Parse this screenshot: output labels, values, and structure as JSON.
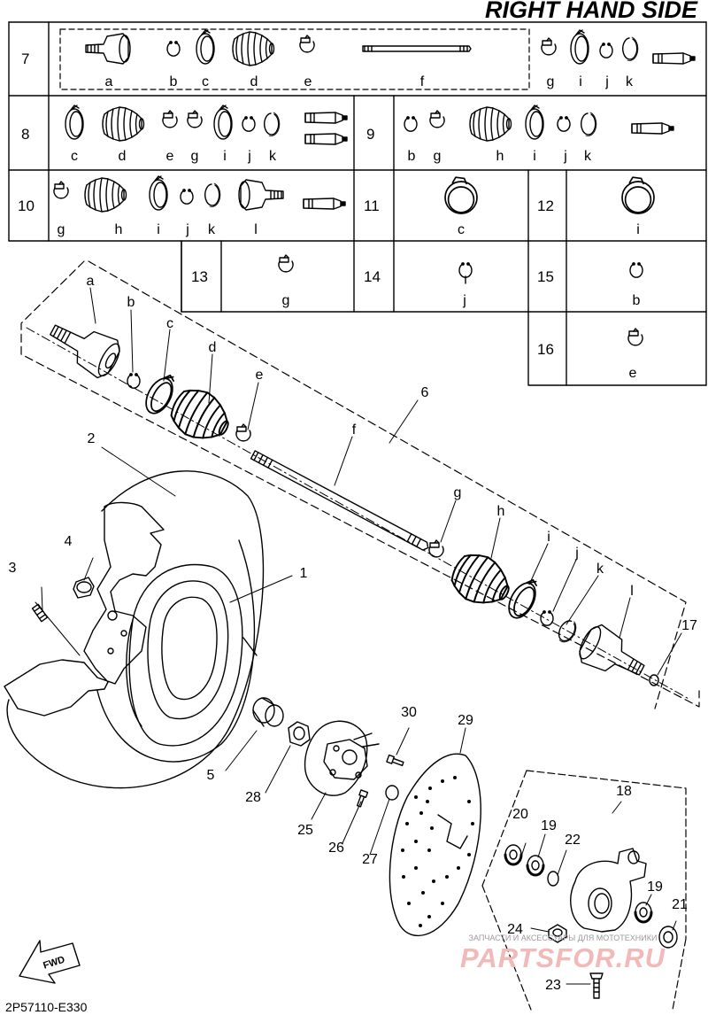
{
  "title": "RIGHT HAND SIDE",
  "diagram_code": "2P57110-E330",
  "fwd_label": "FWD",
  "watermark": {
    "line1": "ЗАПЧАСТИ И АКСЕССУАРЫ ДЛЯ МОТОТЕХНИКИ",
    "line2": "PARTSFOR.RU"
  },
  "kit_table": {
    "rows": [
      {
        "id": "7",
        "letters": [
          "a",
          "b",
          "c",
          "d",
          "e",
          "f",
          "g",
          "i",
          "j",
          "k"
        ]
      },
      {
        "id": "8",
        "letters": [
          "c",
          "d",
          "e",
          "g",
          "i",
          "j",
          "k"
        ]
      },
      {
        "id": "9",
        "letters": [
          "b",
          "g",
          "h",
          "i",
          "j",
          "k"
        ]
      },
      {
        "id": "10",
        "letters": [
          "g",
          "h",
          "i",
          "j",
          "k",
          "l"
        ]
      },
      {
        "id": "11",
        "letters": [
          "c"
        ]
      },
      {
        "id": "12",
        "letters": [
          "i"
        ]
      },
      {
        "id": "13",
        "letters": [
          "g"
        ]
      },
      {
        "id": "14",
        "letters": [
          "j"
        ]
      },
      {
        "id": "15",
        "letters": [
          "b"
        ]
      },
      {
        "id": "16",
        "letters": [
          "e"
        ]
      }
    ]
  },
  "exploded_letters": [
    "a",
    "b",
    "c",
    "d",
    "e",
    "f",
    "g",
    "h",
    "i",
    "j",
    "k",
    "l"
  ],
  "part_numbers": [
    "1",
    "2",
    "3",
    "4",
    "5",
    "6",
    "17",
    "18",
    "19",
    "19",
    "20",
    "21",
    "22",
    "23",
    "24",
    "25",
    "26",
    "27",
    "28",
    "29",
    "30"
  ],
  "colors": {
    "line": "#000000",
    "background": "#ffffff",
    "watermark_text": "#9a9a9a",
    "watermark_logo": "#f2b9b9"
  }
}
